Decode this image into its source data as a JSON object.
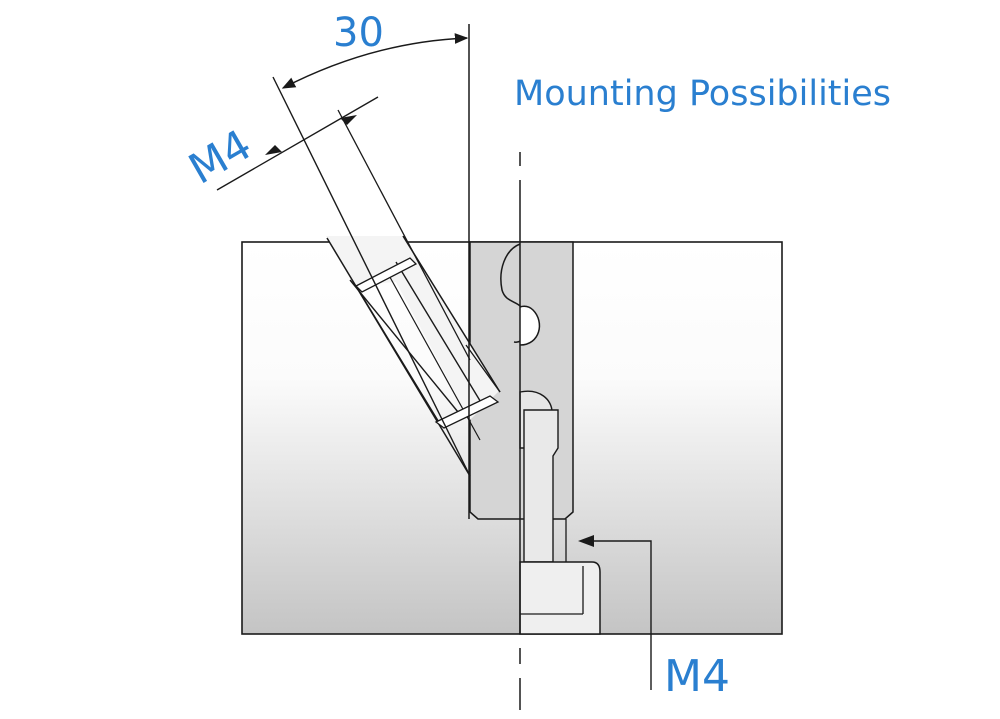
{
  "labels": {
    "title": "Mounting Possibilities",
    "angle": "30",
    "thread_angled": "M4",
    "thread_vertical": "M4"
  },
  "colors": {
    "accent": "#2a7fd0",
    "line": "#1a1a1a",
    "block_top": "#ffffff",
    "block_bottom": "#c9c9c9",
    "part_fill": "#d7d7d7"
  }
}
